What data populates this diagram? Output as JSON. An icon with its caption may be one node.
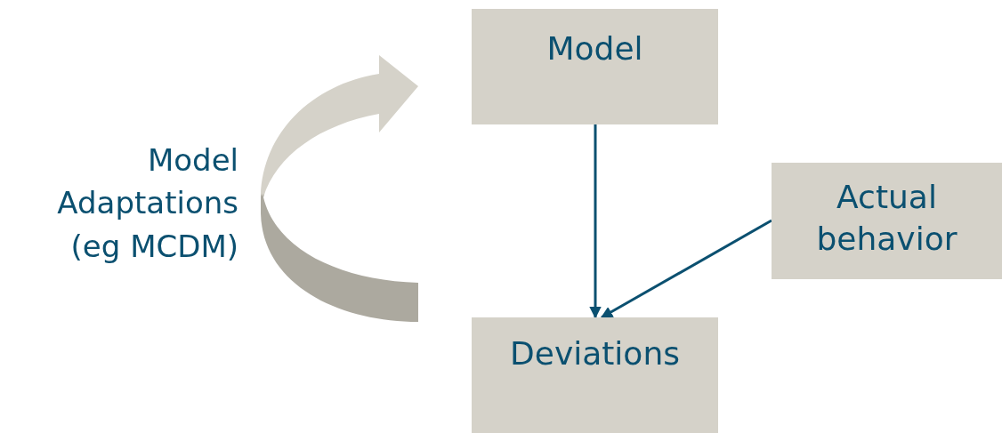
{
  "diagram": {
    "nodes": [
      {
        "text": [
          "Model"
        ]
      },
      {
        "text": [
          "Actual behavior"
        ]
      },
      {
        "text": [
          "Deviations"
        ]
      }
    ],
    "edges": [
      {
        "from": 0,
        "to": 2,
        "arrow": "to"
      },
      {
        "from": 1,
        "to": 2,
        "arrow": "to"
      },
      {
        "from": 2,
        "to": 0,
        "arrow": "to",
        "label": "Model Adaptations (eg MCDM)",
        "style": "thick",
        "color": "#d5d2c9"
      }
    ]
  }
}
